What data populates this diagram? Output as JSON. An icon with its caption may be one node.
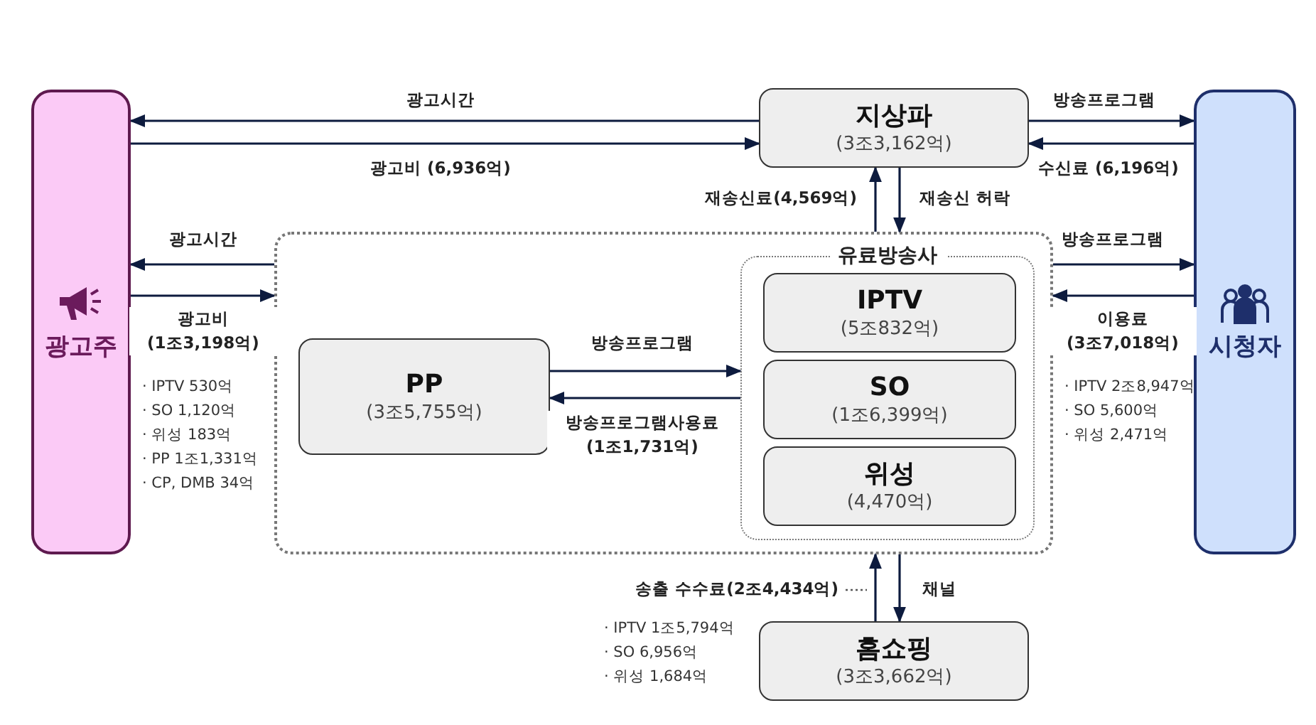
{
  "diagram": {
    "nodes": [
      {
        "text": [
          "광고주"
        ]
      },
      {
        "text": [
          "지상파",
          "(3조3,162억)"
        ]
      },
      {
        "text": [
          "시청자"
        ]
      },
      {
        "text": [],
        "shape": "box"
      },
      {
        "text": [
          "PP",
          "(3조5,755억)"
        ],
        "in": 3
      },
      {
        "text": [
          "유료방송사"
        ],
        "in": 3
      },
      {
        "text": [
          "IPTV",
          "(5조832억)"
        ],
        "in": 5
      },
      {
        "text": [
          "SO",
          "(1조6,399억)"
        ],
        "in": 5
      },
      {
        "text": [
          "위성",
          "(4,470억)"
        ],
        "in": 5
      },
      {
        "text": [
          "홈쇼핑",
          "(3조3,662억)"
        ]
      }
    ],
    "edges": [
      {
        "from": 1,
        "to": 0,
        "arrow": "to",
        "label": "광고시간"
      },
      {
        "from": 0,
        "to": 1,
        "arrow": "to",
        "label": "광고비 (6,936억)"
      },
      {
        "from": 1,
        "to": 2,
        "arrow": "to",
        "label": "방송프로그램"
      },
      {
        "from": 2,
        "to": 1,
        "arrow": "to",
        "label": "수신료 (6,196억)"
      },
      {
        "from": 3,
        "to": 1,
        "arrow": "to",
        "label": "재송신료(4,569억)"
      },
      {
        "from": 1,
        "to": 3,
        "arrow": "to",
        "label": "재송신 허락"
      },
      {
        "from": 3,
        "to": 0,
        "arrow": "to",
        "label": "광고시간"
      },
      {
        "from": 0,
        "to": 3,
        "arrow": "to",
        "label": "광고비 (1조3,198억)"
      },
      {
        "from": 4,
        "to": 5,
        "arrow": "to",
        "label": "방송프로그램"
      },
      {
        "from": 5,
        "to": 4,
        "arrow": "to",
        "label": "방송프로그램사용료 (1조1,731억)"
      },
      {
        "from": 3,
        "to": 2,
        "arrow": "to",
        "label": "방송프로그램"
      },
      {
        "from": 2,
        "to": 3,
        "arrow": "to",
        "label": "이용료 (3조7,018억)"
      },
      {
        "from": 9,
        "to": 3,
        "arrow": "to",
        "label": "송출 수수료(2조4,434억)"
      },
      {
        "from": 3,
        "to": 9,
        "arrow": "to",
        "label": "채널"
      }
    ],
    "labels": [
      "· IPTV 530억",
      "· SO 1,120억",
      "· 위성 183억",
      "· PP 1조1,331억",
      "· CP, DMB 34억",
      "· IPTV 2조8,947억",
      "· SO 5,600억",
      "· 위성 2,471억",
      "· IPTV 1조5,794억",
      "· SO 6,956억",
      "· 위성 1,684억"
    ]
  }
}
